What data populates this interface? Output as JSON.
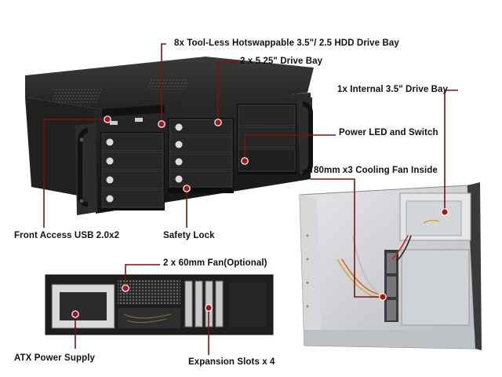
{
  "callouts": {
    "drive_bay": "8x Tool-Less Hotswappable 3.5\"/ 2.5 HDD Drive Bay",
    "drive_bay_525": "2 x 5.25\" Drive Bay",
    "internal_35": "1x Internal 3.5\" Drive Bay",
    "power_led": "Power LED and Switch",
    "cooling_fan": "80mm x3 Cooling Fan Inside",
    "usb": "Front Access USB 2.0x2",
    "safety_lock": "Safety Lock",
    "fan_60mm": "2 x 60mm Fan(Optional)",
    "atx_psu": "ATX Power Supply",
    "expansion_slots": "Expansion Slots x 4"
  },
  "colors": {
    "callout_line": "#7a1212",
    "callout_dot": "#a01818",
    "chassis_dark": "#1c1c1c",
    "chassis_mid": "#2e2e2e",
    "interior_metal": "#c9ccd0"
  }
}
